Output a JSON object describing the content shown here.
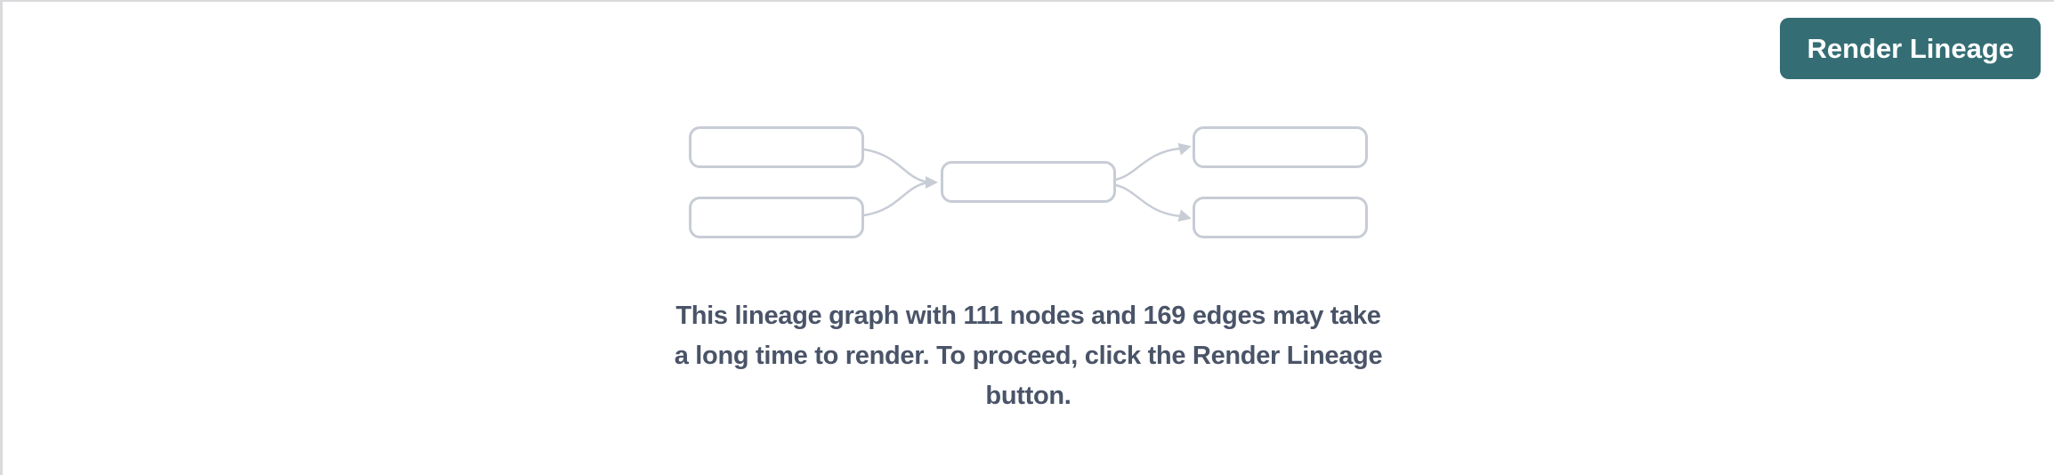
{
  "toolbar": {
    "render_lineage_label": "Render Lineage"
  },
  "placeholder": {
    "node_count": "111",
    "edge_count": "169",
    "message": "This lineage graph with 111 nodes and 169 edges may take a long time to render. To proceed, click the Render Lineage button.",
    "lines": [
      "This lineage graph with 111 nodes and 169 edges may take",
      "a long time to render. To proceed, click the Render Lineage",
      "button."
    ]
  },
  "colors": {
    "accent": "#346e74",
    "button-text": "#ffffff",
    "message-text": "#4a5468",
    "box-stroke": "#c7ccd5",
    "pane-border": "#d9dadc",
    "background": "#ffffff"
  }
}
